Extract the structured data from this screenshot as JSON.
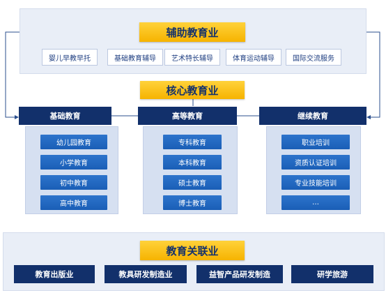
{
  "auxiliary": {
    "title": "辅助教育业",
    "items": [
      "婴儿早教早托",
      "基础教育辅导",
      "艺术特长辅导",
      "体育运动辅导",
      "国际交流服务"
    ]
  },
  "core": {
    "title": "核心教育业",
    "categories": [
      {
        "name": "基础教育",
        "items": [
          "幼儿园教育",
          "小学教育",
          "初中教育",
          "高中教育"
        ]
      },
      {
        "name": "高等教育",
        "items": [
          "专科教育",
          "本科教育",
          "硕士教育",
          "博士教育"
        ]
      },
      {
        "name": "继续教育",
        "items": [
          "职业培训",
          "资质认证培训",
          "专业技能培训",
          "…"
        ]
      }
    ]
  },
  "related": {
    "title": "教育关联业",
    "items": [
      "教育出版业",
      "教具研发制造业",
      "益智产品研发制造",
      "研学旅游"
    ]
  },
  "colors": {
    "navy": "#12306b",
    "blue": "#2068c2",
    "gold": "#f8c21b",
    "panel": "#e9eef7"
  }
}
